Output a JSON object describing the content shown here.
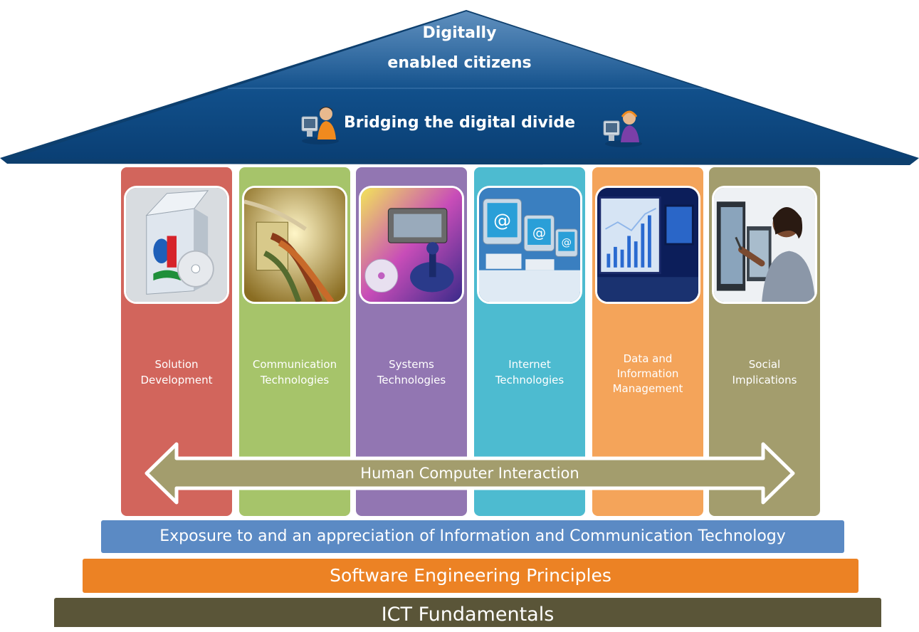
{
  "roof": {
    "title_line1": "Digitally",
    "title_line2": "enabled citizens",
    "subtitle": "Bridging the digital divide"
  },
  "pillars": [
    {
      "line1": "Solution",
      "line2": "Development",
      "line3": "",
      "color": "#d2655c",
      "icon": "software-box-icon"
    },
    {
      "line1": "Communication",
      "line2": "Technologies",
      "line3": "",
      "color": "#a6c46a",
      "icon": "cables-icon"
    },
    {
      "line1": "Systems",
      "line2": "Technologies",
      "line3": "",
      "color": "#9276b2",
      "icon": "hardware-devices-icon"
    },
    {
      "line1": "Internet",
      "line2": "Technologies",
      "line3": "",
      "color": "#4dbbd0",
      "icon": "internet-computers-icon"
    },
    {
      "line1": "Data and",
      "line2": "Information",
      "line3": "Management",
      "color": "#f4a45a",
      "icon": "data-screens-icon"
    },
    {
      "line1": "Social",
      "line2": "Implications",
      "line3": "",
      "color": "#a39d6d",
      "icon": "person-at-screen-icon"
    }
  ],
  "arrow_label": "Human Computer Interaction",
  "bases": [
    {
      "label": "Exposure to and an appreciation of Information and Communication Technology",
      "color": "#5b8ac4"
    },
    {
      "label": "Software Engineering Principles",
      "color": "#ec8224"
    },
    {
      "label": "ICT Fundamentals",
      "color": "#5a5538"
    }
  ],
  "colors": {
    "roof_dark": "#0e4e86",
    "roof_light": "#3f7fbe"
  }
}
